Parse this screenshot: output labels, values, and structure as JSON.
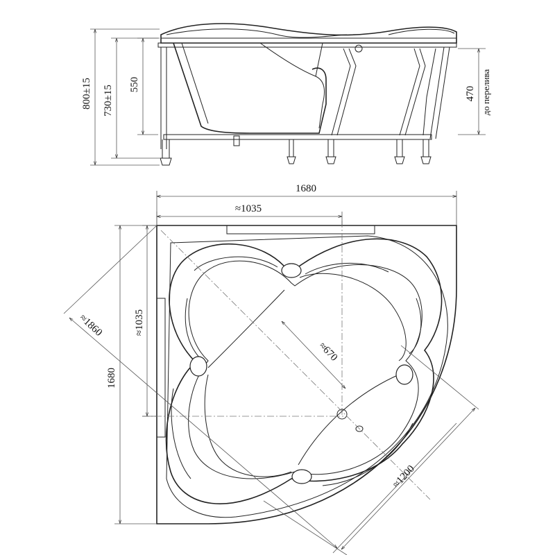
{
  "side_view": {
    "dim_total_height": "800±15",
    "dim_rim_height": "730±15",
    "dim_bath_depth": "550",
    "dim_overflow_depth": "470",
    "overflow_label": "до перелива"
  },
  "plan_view": {
    "dim_overall_width": "1680",
    "dim_overall_height": "1680",
    "dim_half_width": "≈1035",
    "dim_half_height": "≈1035",
    "dim_diagonal_outer": "≈1860",
    "dim_diagonal_inner": "≈670",
    "dim_front_width": "≈1200"
  }
}
